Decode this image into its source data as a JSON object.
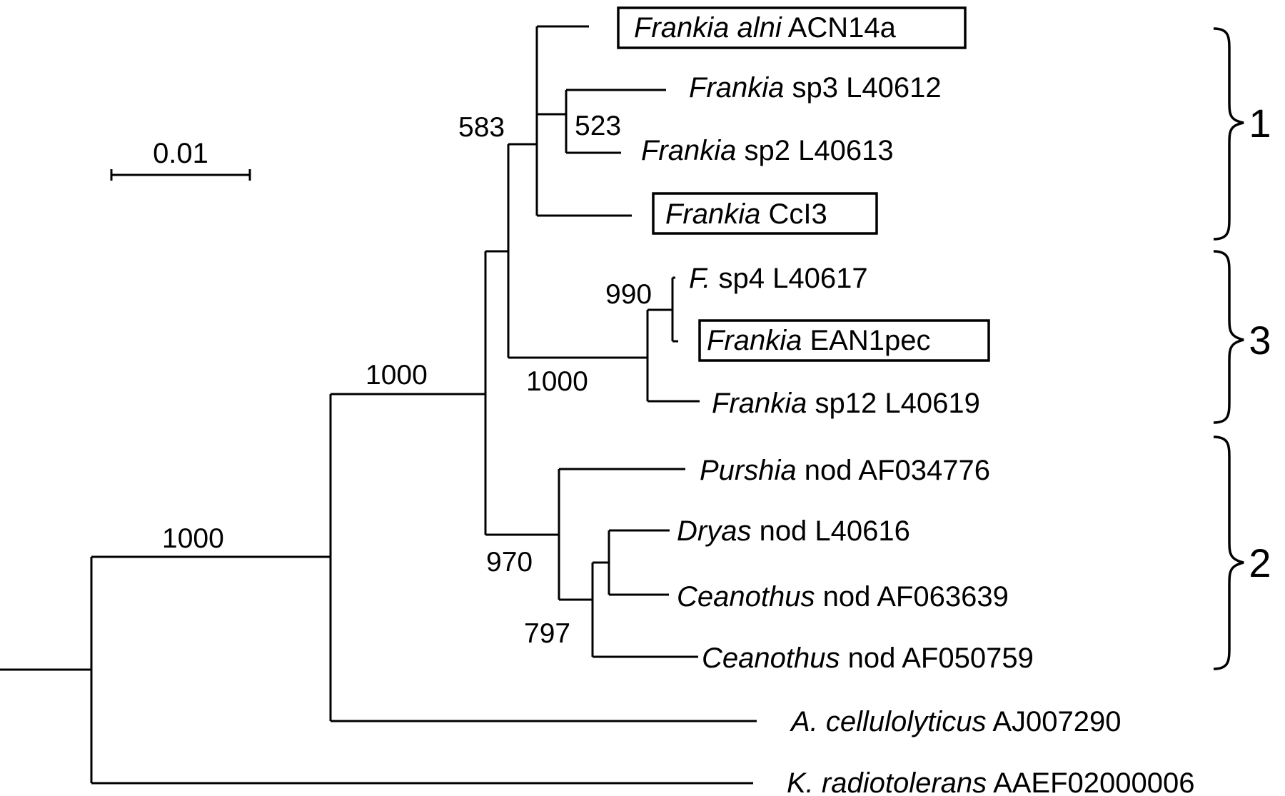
{
  "scale_bar": {
    "label": "0.01"
  },
  "taxa": [
    {
      "id": "acn14a",
      "italic": "Frankia alni",
      "rest": " ACN14a",
      "boxed": true
    },
    {
      "id": "sp3",
      "italic": "Frankia",
      "rest": " sp3 L40612",
      "boxed": false
    },
    {
      "id": "sp2",
      "italic": "Frankia",
      "rest": " sp2 L40613",
      "boxed": false
    },
    {
      "id": "cci3",
      "italic": "Frankia",
      "rest": " CcI3",
      "boxed": true
    },
    {
      "id": "sp4",
      "italic": "F.",
      "rest": " sp4 L40617",
      "boxed": false
    },
    {
      "id": "ean1pec",
      "italic": "Frankia",
      "rest": " EAN1pec",
      "boxed": true
    },
    {
      "id": "sp12",
      "italic": "Frankia",
      "rest": " sp12 L40619",
      "boxed": false
    },
    {
      "id": "purshia",
      "italic": "Purshia",
      "rest": " nod AF034776",
      "boxed": false
    },
    {
      "id": "dryas",
      "italic": "Dryas",
      "rest": " nod L40616",
      "boxed": false
    },
    {
      "id": "ceanothus1",
      "italic": "Ceanothus",
      "rest": " nod AF063639",
      "boxed": false
    },
    {
      "id": "ceanothus2",
      "italic": "Ceanothus",
      "rest": " nod AF050759",
      "boxed": false
    },
    {
      "id": "acell",
      "italic": "A. cellulolyticus",
      "rest": " AJ007290",
      "boxed": false
    },
    {
      "id": "krad",
      "italic": "K. radiotolerans",
      "rest": " AAEF02000006",
      "boxed": false
    }
  ],
  "bootstrap": {
    "n583": "583",
    "n523": "523",
    "n990": "990",
    "n1000_frankia": "1000",
    "n1000_group3": "1000",
    "n970": "970",
    "n797": "797",
    "n1000_root": "1000"
  },
  "groups": [
    {
      "id": "group1",
      "label": "1"
    },
    {
      "id": "group3",
      "label": "3"
    },
    {
      "id": "group2",
      "label": "2"
    }
  ]
}
